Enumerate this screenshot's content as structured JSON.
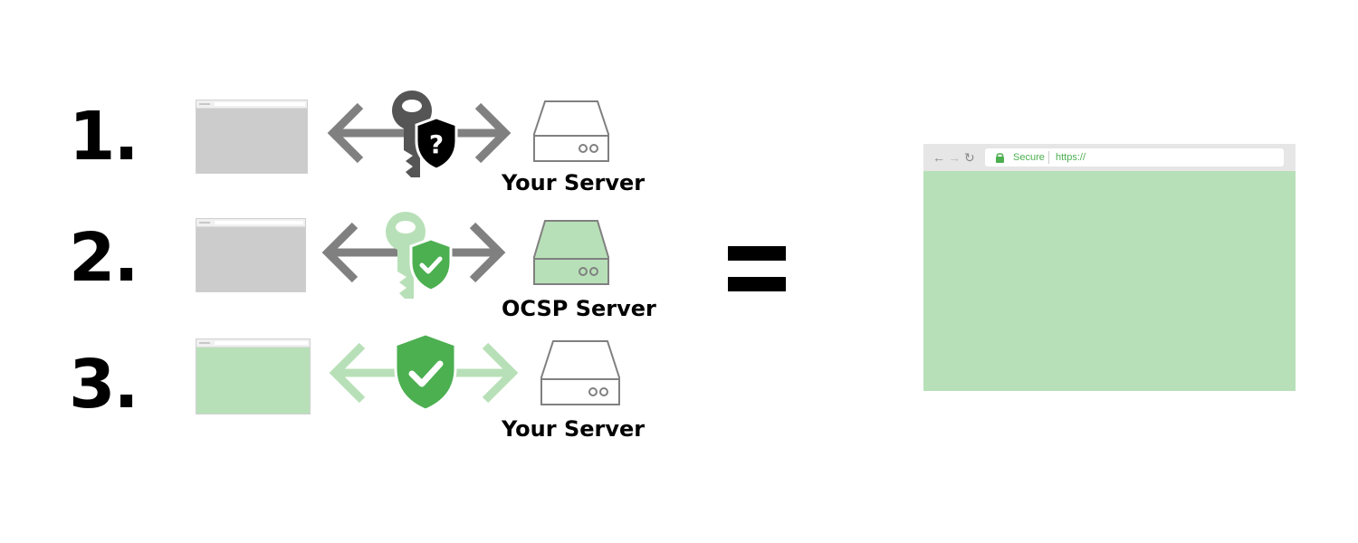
{
  "steps": [
    {
      "number": "1.",
      "server_label": "Your Server"
    },
    {
      "number": "2.",
      "server_label": "OCSP Server"
    },
    {
      "number": "3.",
      "server_label": "Your Server"
    }
  ],
  "icons": {
    "step1": [
      "browser-window-icon",
      "double-arrow-icon",
      "key-icon",
      "shield-question-icon",
      "server-icon"
    ],
    "step2": [
      "browser-window-icon",
      "double-arrow-icon",
      "key-icon",
      "shield-check-icon",
      "server-icon"
    ],
    "step3": [
      "browser-window-icon",
      "double-arrow-icon",
      "shield-check-icon",
      "server-icon"
    ],
    "result": [
      "equals-sign",
      "back-arrow-icon",
      "forward-arrow-icon",
      "reload-icon",
      "lock-icon"
    ]
  },
  "browser": {
    "back_icon": "←",
    "forward_icon": "→",
    "reload_icon": "↻",
    "secure_label": "Secure",
    "url": "https://"
  },
  "colors": {
    "grey_arrow": "#808080",
    "dark_key": "#555555",
    "green": "#4caf50",
    "light_green": "#b8e0b8",
    "mini_browser_grey": "#cccccc"
  }
}
